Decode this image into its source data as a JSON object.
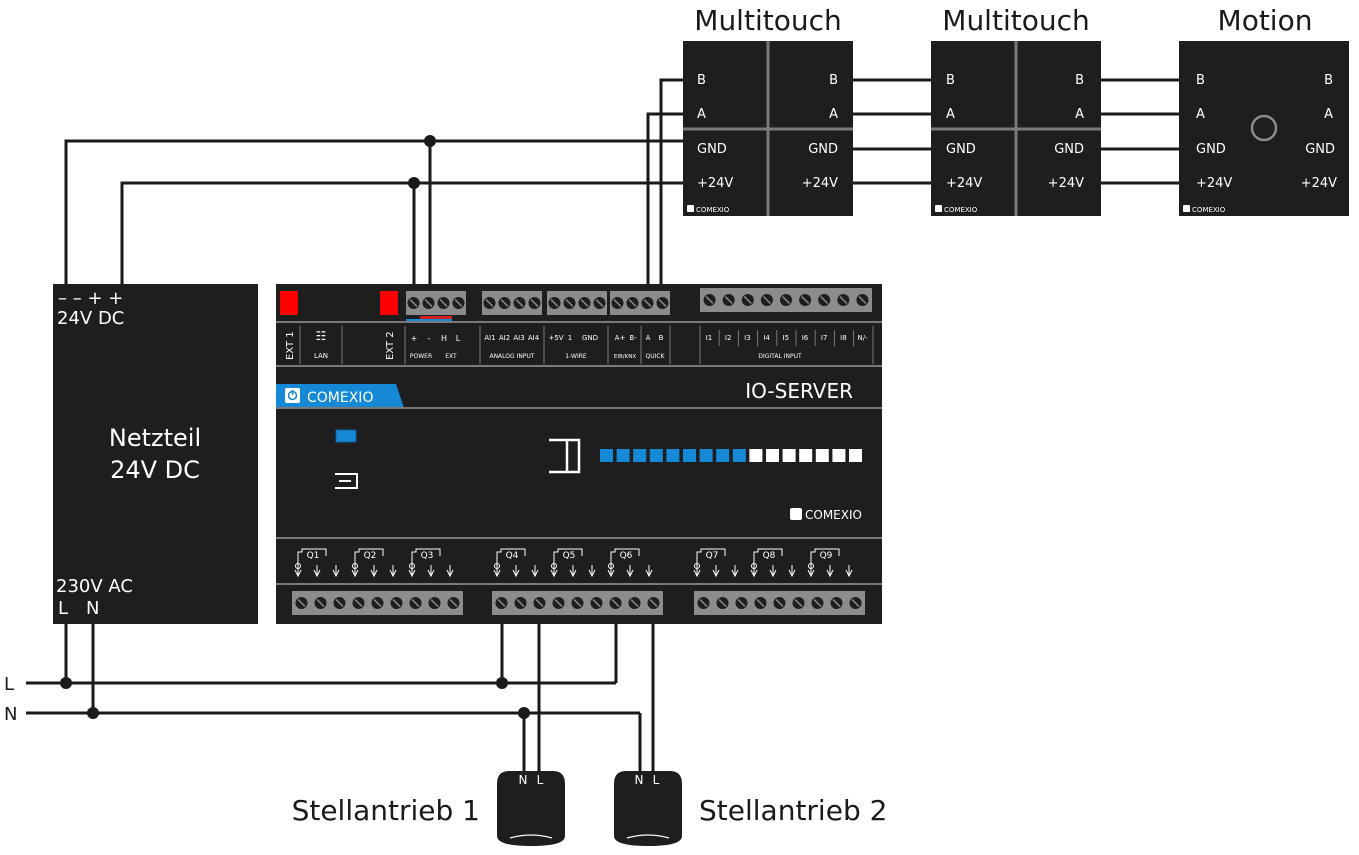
{
  "colors": {
    "device": "#1e1e1e",
    "terminal": "#8c8c8c",
    "accent": "#1689d6",
    "alarm": "#ff0000",
    "wire": "#1a1a1a",
    "divider": "#7a7a7a"
  },
  "devices": {
    "multitouch1": {
      "title": "Multitouch",
      "b": "B",
      "a": "A",
      "gnd": "GND",
      "v24": "+24V",
      "brand": "COMEXIO"
    },
    "multitouch2": {
      "title": "Multitouch",
      "b": "B",
      "a": "A",
      "gnd": "GND",
      "v24": "+24V",
      "brand": "COMEXIO"
    },
    "motion": {
      "title": "Motion",
      "b": "B",
      "a": "A",
      "gnd": "GND",
      "v24": "+24V",
      "brand": "COMEXIO"
    }
  },
  "psu": {
    "pins": "–  –  +  +",
    "dc_label": "24V DC",
    "name_line1": "Netzteil",
    "name_line2": "24V DC",
    "ac_label": "230V AC",
    "pin_l": "L",
    "pin_n": "N"
  },
  "ioserver": {
    "title": "IO-SERVER",
    "brand": "COMEXIO",
    "brand_small": "COMEXIO",
    "ext1": "EXT 1",
    "ext2": "EXT 2",
    "lan": "LAN",
    "power_plus": "+",
    "power_minus": "-",
    "ext_h": "H",
    "ext_l": "L",
    "power": "POWER",
    "ext": "EXT",
    "ai": [
      "AI1",
      "AI2",
      "AI3",
      "AI4"
    ],
    "analog_input": "ANALOG INPUT",
    "wire_pins": [
      "+5V",
      "1",
      "GND"
    ],
    "one_wire": "1-WIRE",
    "knx_pins": [
      "A+",
      "B-"
    ],
    "eib_knx": "EIB/KNX",
    "quick_pins": [
      "A",
      "B"
    ],
    "quick": "QUICK",
    "di": [
      "I1",
      "I2",
      "I3",
      "I4",
      "I5",
      "I6",
      "I7",
      "I8",
      "N/-"
    ],
    "digital_input": "DIGITAL INPUT",
    "outputs": [
      "Q1",
      "Q2",
      "Q3",
      "Q4",
      "Q5",
      "Q6",
      "Q7",
      "Q8",
      "Q9"
    ],
    "led_states": [
      1,
      1,
      1,
      1,
      1,
      1,
      1,
      1,
      1,
      0,
      0,
      0,
      0,
      0,
      0,
      0
    ]
  },
  "mains": {
    "l": "L",
    "n": "N"
  },
  "actuators": [
    {
      "name": "Stellantrieb 1",
      "pin_n": "N",
      "pin_l": "L"
    },
    {
      "name": "Stellantrieb 2",
      "pin_n": "N",
      "pin_l": "L"
    }
  ]
}
